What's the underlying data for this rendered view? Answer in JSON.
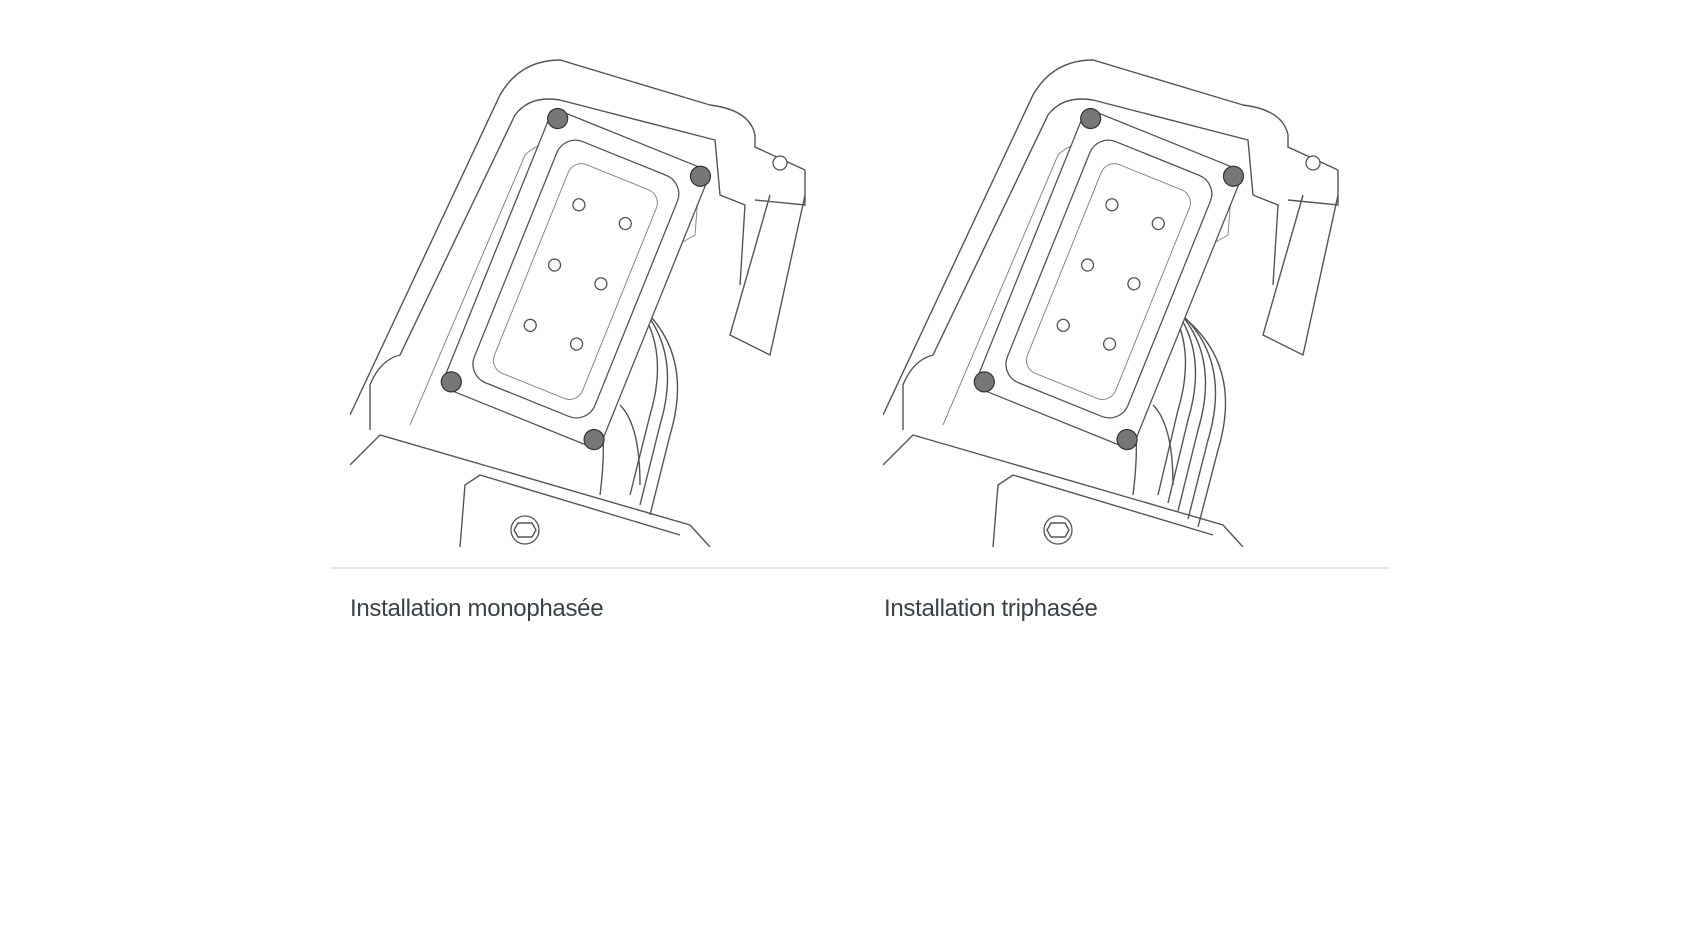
{
  "figures": [
    {
      "caption": "Installation monophasée",
      "wire_count": 3
    },
    {
      "caption": "Installation triphasée",
      "wire_count": 5
    }
  ]
}
